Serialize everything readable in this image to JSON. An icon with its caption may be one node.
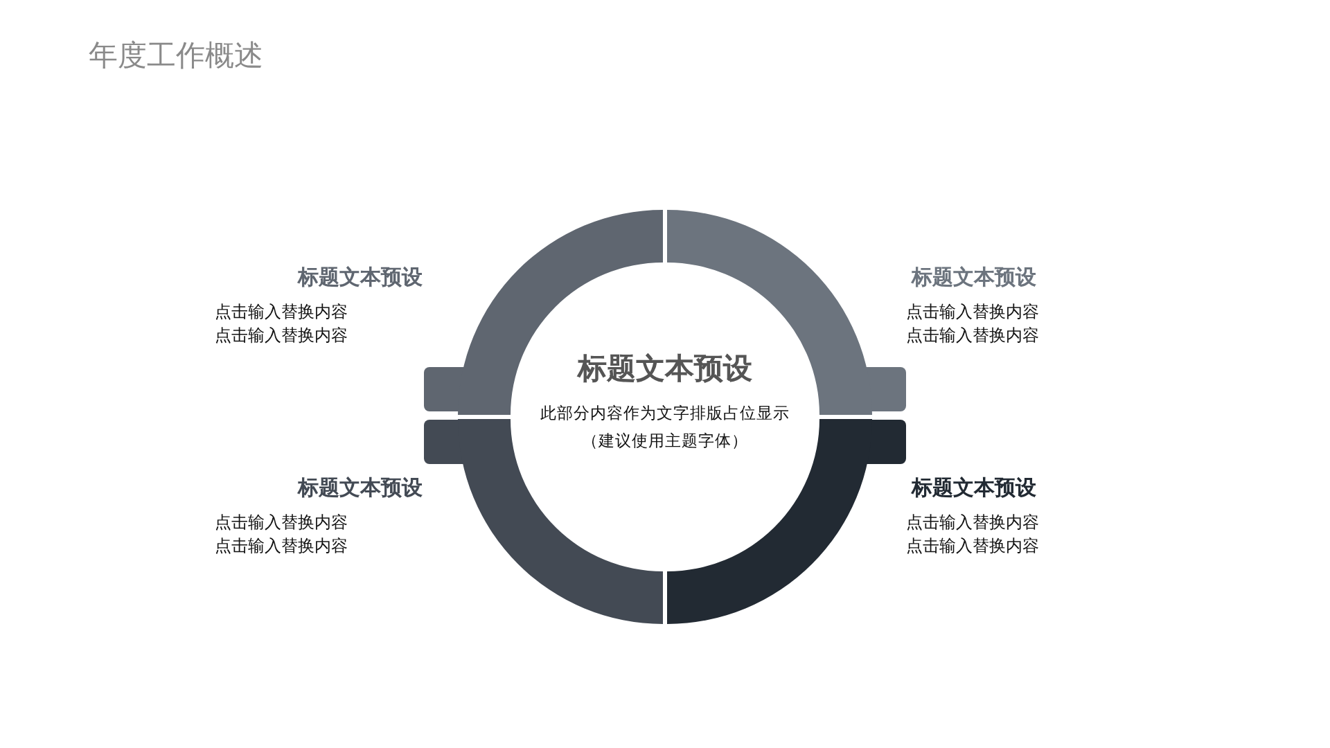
{
  "diagram": {
    "title": "年度工作概述",
    "nodes": [
      {
        "text": [
          "标题文本预设",
          "此部分内容作为文字排版占位显示（建议使用主题字体）"
        ]
      }
    ],
    "labels": [
      "标题文本预设",
      "点击输入替换内容",
      "点击输入替换内容",
      "标题文本预设",
      "点击输入替换内容",
      "点击输入替换内容",
      "标题文本预设",
      "点击输入替换内容",
      "点击输入替换内容",
      "标题文本预设",
      "点击输入替换内容",
      "点击输入替换内容"
    ]
  }
}
